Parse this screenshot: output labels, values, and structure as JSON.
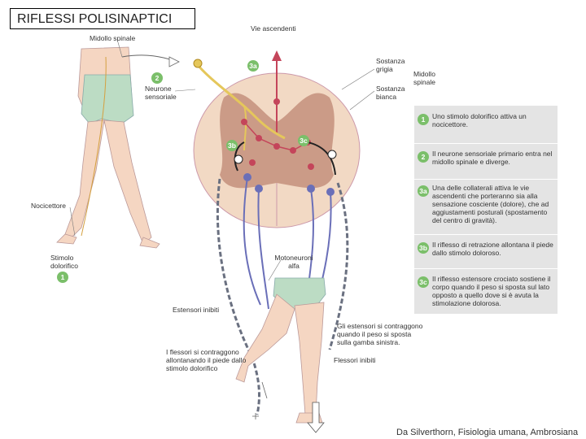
{
  "title": "RIFLESSI POLISINAPTICI",
  "labels": {
    "midollo_spinale_top": "Midollo spinale",
    "vie_ascendenti": "Vie ascendenti",
    "sostanza_grigia": "Sostanza grigia",
    "sostanza_bianca": "Sostanza bianca",
    "midollo_spinale_right": "Midollo spinale",
    "neurone_sensoriale": "Neurone sensoriale",
    "nocicettore": "Nocicettore",
    "stimolo_dolorifico": "Stimolo dolorifico",
    "motoneuroni_alfa": "Motoneuroni alfa",
    "estensori_inibiti": "Estensori inibiti",
    "estensori_contraggono": "Gli estensori si contraggono quando il peso si sposta sulla gamba sinistra.",
    "flessori_contraggono": "I flessori si contraggono allontanando il piede dallo stimolo dolorifico",
    "flessori_inibiti": "Flessori inibiti"
  },
  "badges": {
    "b2": "2",
    "b3a": "3a",
    "b3b": "3b",
    "b3c": "3c",
    "b1": "1"
  },
  "steps": [
    {
      "num": "1",
      "text": "Uno stimolo dolorifico attiva un nocicettore."
    },
    {
      "num": "2",
      "text": "Il neurone sensoriale primario entra nel midollo spinale e diverge."
    },
    {
      "num": "3a",
      "text": "Una delle collaterali attiva le vie ascendenti che porteranno sia alla sensazione cosciente (dolore), che ad aggiustamenti posturali (spostamento del centro di gravità)."
    },
    {
      "num": "3b",
      "text": "Il riflesso di retrazione allontana il piede dallo stimolo doloroso."
    },
    {
      "num": "3c",
      "text": "Il riflesso estensore crociato sostiene il corpo quando il peso si sposta sul lato opposto a quello dove si è avuta la stimolazione dolorosa."
    }
  ],
  "credit": "Da Silverthorn, Fisiologia umana, Ambrosiana",
  "colors": {
    "cord_white": "#f2d9c4",
    "cord_grey": "#c48f7c",
    "sensory_neuron": "#e5c75b",
    "interneuron": "#c4455a",
    "motor_neuron": "#6a6fb8",
    "badge": "#7bbf6a",
    "skin": "#f5d6c2",
    "shorts": "#bcdcc4",
    "panel": "#e4e4e4"
  }
}
